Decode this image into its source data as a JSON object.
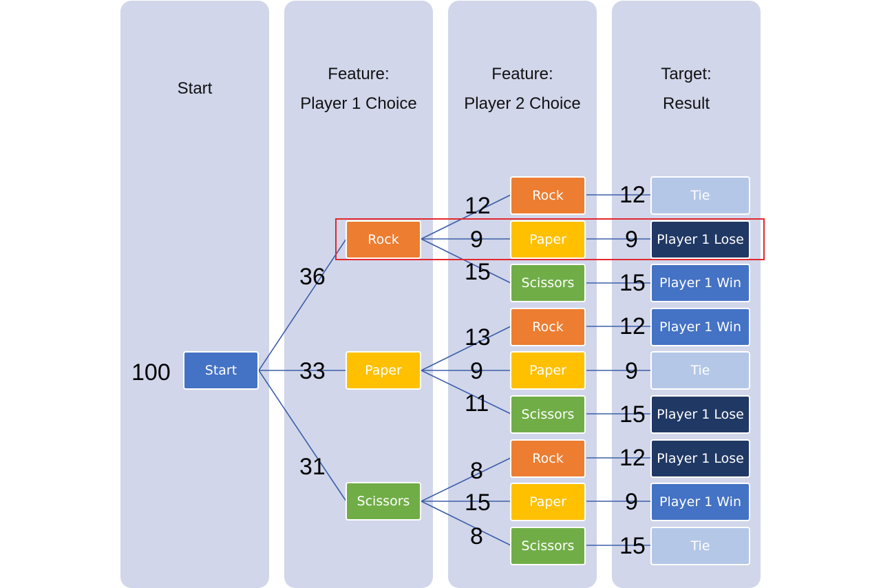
{
  "columns": {
    "start": {
      "title": [
        "Start"
      ]
    },
    "p1": {
      "title": [
        "Feature:",
        "Player 1 Choice"
      ]
    },
    "p2": {
      "title": [
        "Feature:",
        "Player 2 Choice"
      ]
    },
    "result": {
      "title": [
        "Target:",
        "Result"
      ]
    }
  },
  "root": {
    "label": "Start",
    "count": "100"
  },
  "p1_nodes": [
    {
      "label": "Rock",
      "count": "36"
    },
    {
      "label": "Paper",
      "count": "33"
    },
    {
      "label": "Scissors",
      "count": "31"
    }
  ],
  "p2_nodes": [
    {
      "label": "Rock",
      "count": "12"
    },
    {
      "label": "Paper",
      "count": "9"
    },
    {
      "label": "Scissors",
      "count": "15"
    },
    {
      "label": "Rock",
      "count": "13"
    },
    {
      "label": "Paper",
      "count": "9"
    },
    {
      "label": "Scissors",
      "count": "11"
    },
    {
      "label": "Rock",
      "count": "8"
    },
    {
      "label": "Paper",
      "count": "15"
    },
    {
      "label": "Scissors",
      "count": "8"
    }
  ],
  "results": [
    {
      "label": "Tie",
      "count": "12"
    },
    {
      "label": "Player 1 Lose",
      "count": "9"
    },
    {
      "label": "Player 1 Win",
      "count": "15"
    },
    {
      "label": "Player 1 Win",
      "count": "12"
    },
    {
      "label": "Tie",
      "count": "9"
    },
    {
      "label": "Player 1 Lose",
      "count": "15"
    },
    {
      "label": "Player 1 Lose",
      "count": "12"
    },
    {
      "label": "Player 1 Win",
      "count": "9"
    },
    {
      "label": "Tie",
      "count": "15"
    }
  ],
  "colors": {
    "column_bg": "#d1d6ea",
    "start": "#4472c4",
    "rock": "#ed7d31",
    "paper": "#ffc000",
    "scissors": "#70ad47",
    "win": "#4472c4",
    "lose": "#203864",
    "tie": "#b4c7e7",
    "edge": "#3b5ea8",
    "highlight": "#e3262b"
  }
}
